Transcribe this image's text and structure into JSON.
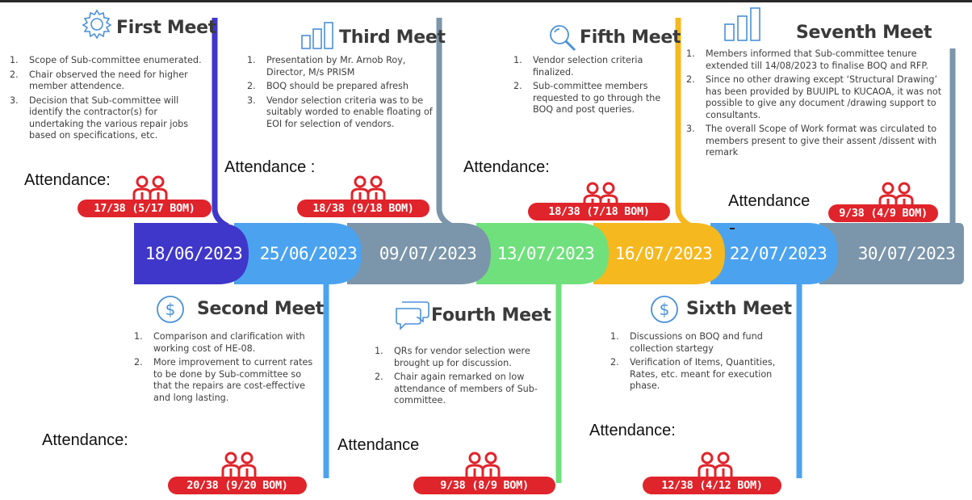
{
  "colors": {
    "blue_dark": "#3f37c9",
    "blue": "#4ba3f0",
    "gray": "#7b95aa",
    "green": "#6fe07c",
    "orange": "#f5b81f",
    "red": "#e0242b"
  },
  "timeline": {
    "dates": [
      "18/06/2023",
      "25/06/2023",
      "09/07/2023",
      "13/07/2023",
      "16/07/2023",
      "22/07/2023",
      "30/07/2023"
    ]
  },
  "meetings": {
    "first": {
      "title": "First Meet",
      "icon": "gear-icon",
      "items": [
        "Scope of Sub-committee enumerated.",
        "Chair observed the need for higher member attendence.",
        "Decision that Sub-committee will identify the contractor(s) for undertaking the various repair jobs based on specifications, etc."
      ],
      "attendance_label": "Attendance:",
      "attendance": "17/38 (5/17 BOM)"
    },
    "second": {
      "title": "Second Meet",
      "icon": "dollar-icon",
      "items": [
        "Comparison and clarification with working cost of HE-08.",
        "More improvement to current rates to be done by Sub-committee so that the repairs are cost-effective and long lasting."
      ],
      "attendance_label": "Attendance:",
      "attendance": "20/38 (9/20 BOM)"
    },
    "third": {
      "title": "Third Meet",
      "icon": "bar-chart-icon",
      "items": [
        "Presentation by Mr. Arnob Roy, Director, M/s PRISM",
        "BOQ should be prepared afresh",
        "Vendor selection criteria was to be suitably worded to enable floating of EOI for selection of vendors."
      ],
      "attendance_label": "Attendance :",
      "attendance": "18/38 (9/18 BOM)"
    },
    "fourth": {
      "title": "Fourth Meet",
      "icon": "chat-icon",
      "items": [
        "QRs for vendor selection were brought up for discussion.",
        "Chair again remarked on low attendance of members of Sub-committee."
      ],
      "attendance_label": "Attendance",
      "attendance": "9/38 (8/9 BOM)"
    },
    "fifth": {
      "title": "Fifth Meet",
      "icon": "search-icon",
      "items": [
        "Vendor selection criteria finalized.",
        "Sub-committee members requested to go through the BOQ and post queries."
      ],
      "attendance_label": "Attendance:",
      "attendance": "18/38 (7/18 BOM)"
    },
    "sixth": {
      "title": "Sixth Meet",
      "icon": "dollar-icon",
      "items": [
        "Discussions on BOQ and fund collection startegy",
        "Verification of Items, Quantities, Rates, etc. meant for execution phase."
      ],
      "attendance_label": "Attendance:",
      "attendance": "12/38 (4/12 BOM)"
    },
    "seventh": {
      "title": "Seventh Meet",
      "icon": "bar-chart-icon",
      "items": [
        "Members informed that Sub-committee tenure extended till 14/08/2023 to finalise BOQ and RFP.",
        "Since no other drawing except ‘Structural Drawing’ has been provided by BUUIPL to KUCAOA, it was not possible to give any document /drawing support to consultants.",
        "The overall Scope of Work format was circulated to members present to give their assent /dissent with remark"
      ],
      "attendance_label": "Attendance",
      "attendance": "9/38 (4/9 BOM)"
    }
  },
  "list_numbers": [
    "1.",
    "2.",
    "3."
  ]
}
